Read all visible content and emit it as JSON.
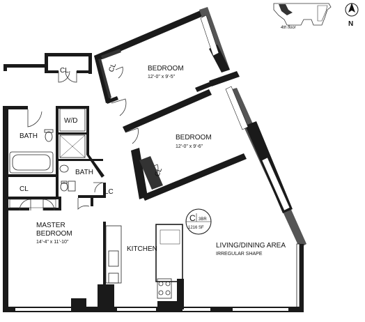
{
  "rooms": {
    "bedroom1": {
      "name": "BEDROOM",
      "dims": "12'-0\" x 9'-5\""
    },
    "bedroom2": {
      "name": "BEDROOM",
      "dims": "12'-0\" x 9'-6\""
    },
    "master": {
      "name_line1": "MASTER",
      "name_line2": "BEDROOM",
      "dims": "14'-4\" x 11'-10\""
    },
    "living": {
      "name": "LIVING/DINING AREA",
      "note": "IRREGULAR SHAPE"
    },
    "kitchen": {
      "name": "KITCHEN"
    },
    "bath1": {
      "name": "BATH"
    },
    "bath2": {
      "name": "BATH"
    },
    "wd": {
      "name": "W/D"
    },
    "closet_top": {
      "name": "CL"
    },
    "closet_b1": {
      "name": "CL"
    },
    "closet_b2": {
      "name": "CL"
    },
    "closet_master": {
      "name": "CL"
    },
    "linen_closet": {
      "name": "LC"
    }
  },
  "unit": {
    "letter": "C",
    "bedrooms": "3BR",
    "area": "1216 SF"
  },
  "keyplan": {
    "floor": "4th floor"
  },
  "compass": {
    "label": "N"
  },
  "colors": {
    "wall": "#1a1a1a",
    "wall_grey": "#555555",
    "window": "#ffffff",
    "line": "#222222"
  }
}
